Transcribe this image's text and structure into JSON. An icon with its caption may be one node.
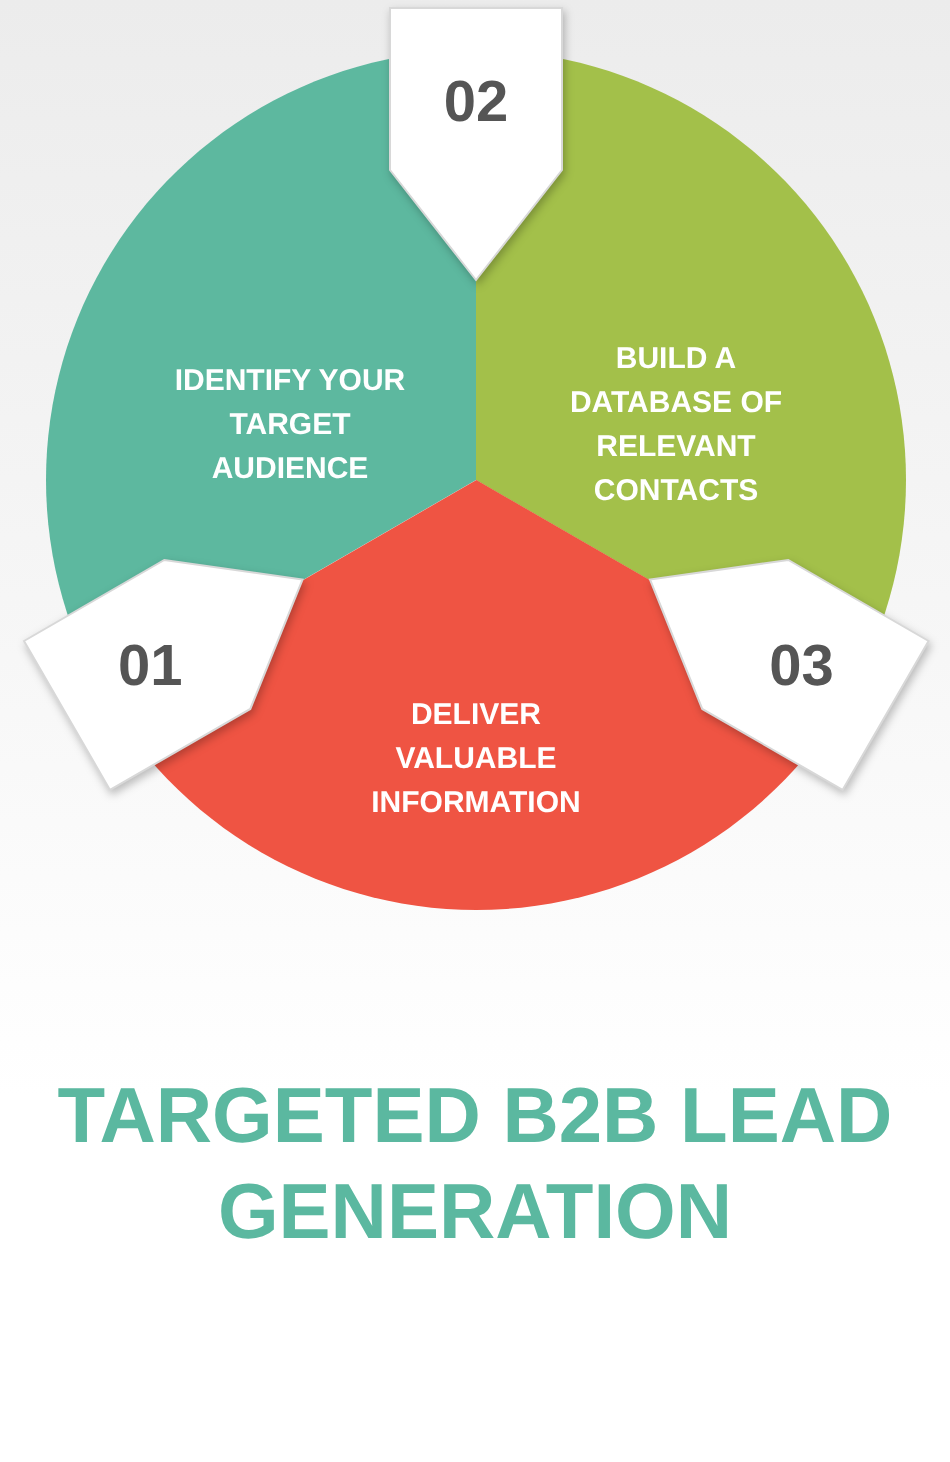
{
  "diagram": {
    "title": "TARGETED B2B LEAD GENERATION",
    "nodes": [
      {
        "text": [
          "02"
        ]
      },
      {
        "text": [
          "IDENTIFY YOUR TARGET AUDIENCE"
        ]
      },
      {
        "text": [
          "BUILD A DATABASE OF RELEVANT CONTACTS"
        ]
      },
      {
        "text": [
          "01"
        ]
      },
      {
        "text": [
          "DELIVER VALUABLE INFORMATION"
        ]
      },
      {
        "text": [
          "03"
        ]
      }
    ],
    "edges": []
  }
}
